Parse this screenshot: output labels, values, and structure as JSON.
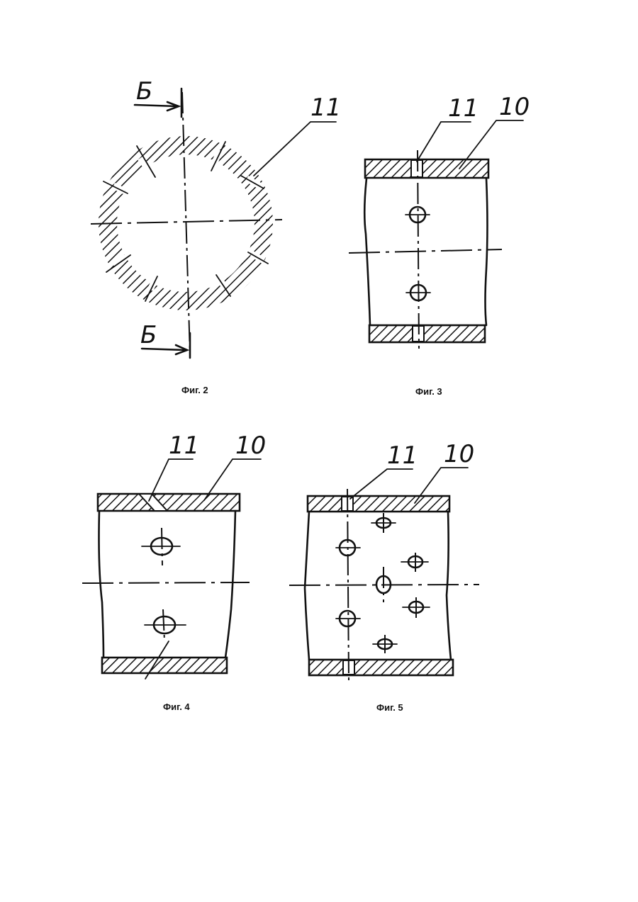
{
  "figures": [
    {
      "caption": "Фиг. 2",
      "section_mark": "Б",
      "leader_labels": [
        "11"
      ]
    },
    {
      "caption": "Фиг. 3",
      "leader_labels": [
        "11",
        "10"
      ]
    },
    {
      "caption": "Фиг. 4",
      "leader_labels": [
        "11",
        "10"
      ]
    },
    {
      "caption": "Фиг. 5",
      "leader_labels": [
        "11",
        "10"
      ]
    }
  ]
}
